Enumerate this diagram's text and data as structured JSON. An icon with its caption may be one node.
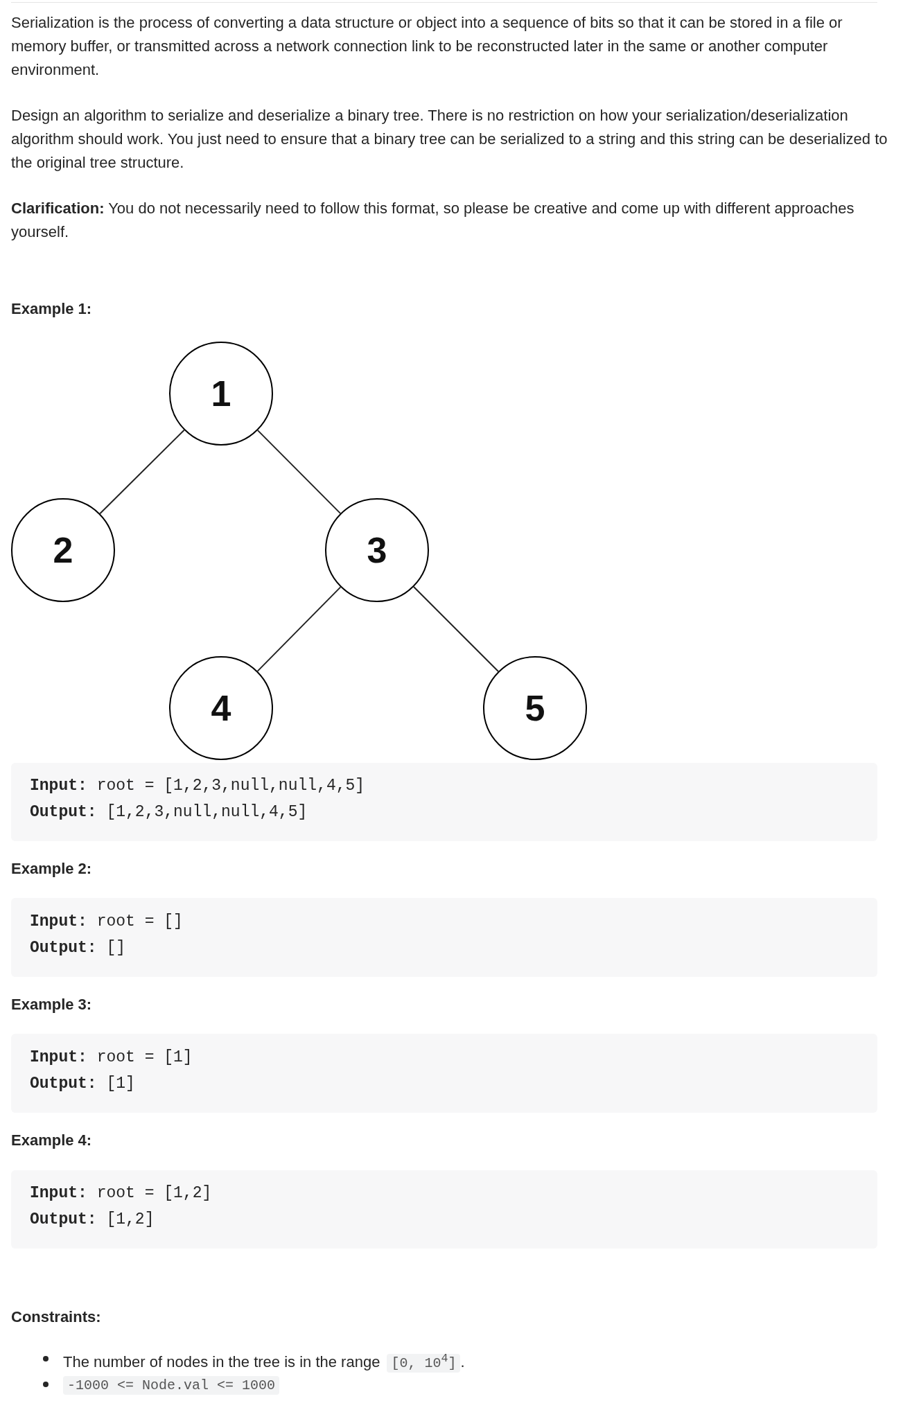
{
  "diagram": {
    "nodes": [
      {
        "text": [
          "1"
        ]
      },
      {
        "text": [
          "2"
        ]
      },
      {
        "text": [
          "3"
        ]
      },
      {
        "text": [
          "4"
        ]
      },
      {
        "text": [
          "5"
        ]
      }
    ],
    "edges": [
      {
        "from": 0,
        "to": 1,
        "arrow": "none"
      },
      {
        "from": 0,
        "to": 2,
        "arrow": "none"
      },
      {
        "from": 2,
        "to": 3,
        "arrow": "none"
      },
      {
        "from": 2,
        "to": 4,
        "arrow": "none"
      }
    ],
    "labels": [
      "Serialization is the process of converting a data structure or object into a sequence of bits so that it can be stored in a file or memory buffer, or transmitted across a network connection link to be reconstructed later in the same or another computer environment.",
      "Design an algorithm to serialize and deserialize a binary tree. There is no restriction on how your serialization/deserialization algorithm should work. You just need to ensure that a binary tree can be serialized to a string and this string can be deserialized to the original tree structure.",
      "**Clarification:** You do not necessarily need to follow this format, so please be creative and come up with different approaches yourself.",
      "Example 1:",
      "**Input:** root = [1,2,3,null,null,4,5]",
      "**Output:** [1,2,3,null,null,4,5]",
      "Example 2:",
      "**Input:** root = []",
      "**Output:** []",
      "Example 3:",
      "**Input:** root = [1]",
      "**Output:** [1]",
      "Example 4:",
      "**Input:** root = [1,2]",
      "**Output:** [1,2]",
      "Constraints:",
      "The number of nodes in the tree is in the range",
      "[0, 10$^{4}$]",
      ".",
      "-1000 <= Node.val <= 1000"
    ]
  }
}
